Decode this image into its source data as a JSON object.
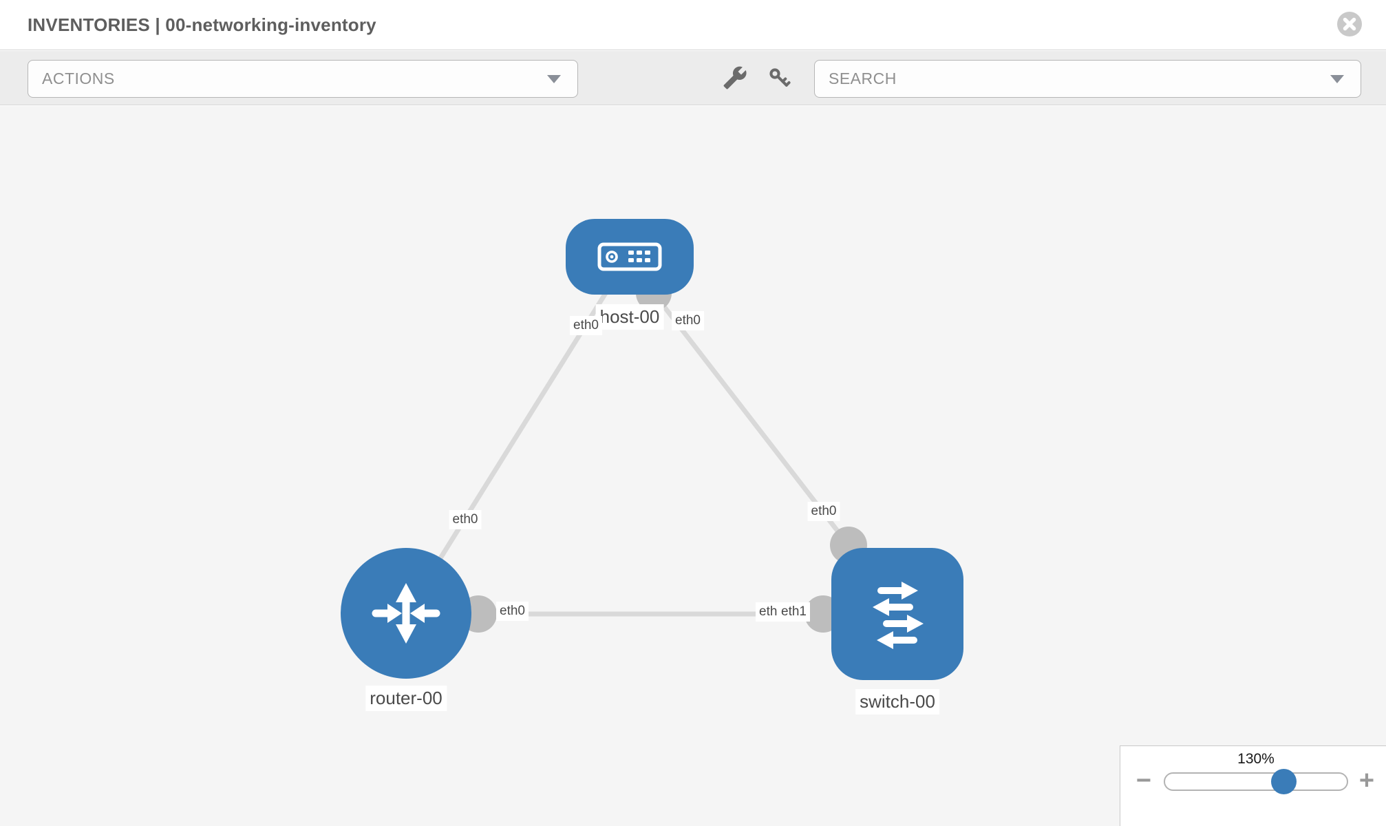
{
  "header": {
    "title": "INVENTORIES | 00-networking-inventory"
  },
  "toolbar": {
    "actions": {
      "label": "ACTIONS"
    },
    "search": {
      "placeholder": "SEARCH"
    },
    "tools": [
      {
        "icon": "wrench-icon"
      },
      {
        "icon": "key-icon"
      }
    ]
  },
  "topology": {
    "nodes": [
      {
        "id": "host-00",
        "type": "host",
        "label": "host-00"
      },
      {
        "id": "router-00",
        "type": "router",
        "label": "router-00"
      },
      {
        "id": "switch-00",
        "type": "switch",
        "label": "switch-00"
      }
    ],
    "links": [
      {
        "source": "router-00",
        "target": "host-00",
        "source_interface": "eth0",
        "target_interface": "eth0"
      },
      {
        "source": "host-00",
        "target": "switch-00",
        "source_interface": "eth0",
        "target_interface": "eth0"
      },
      {
        "source": "router-00",
        "target": "switch-00",
        "source_interface": "eth0",
        "target_interfaces": [
          "eth0",
          "eth1"
        ]
      }
    ]
  },
  "zoom_control": {
    "level": "130%",
    "minus_label": "−",
    "plus_label": "+"
  },
  "colors": {
    "node_blue": "#3a7cb8",
    "link_gray": "#d9d9d9",
    "connector_gray": "#bdbdbd",
    "canvas_bg": "#f5f5f5",
    "toolbar_bg": "#ececec"
  }
}
